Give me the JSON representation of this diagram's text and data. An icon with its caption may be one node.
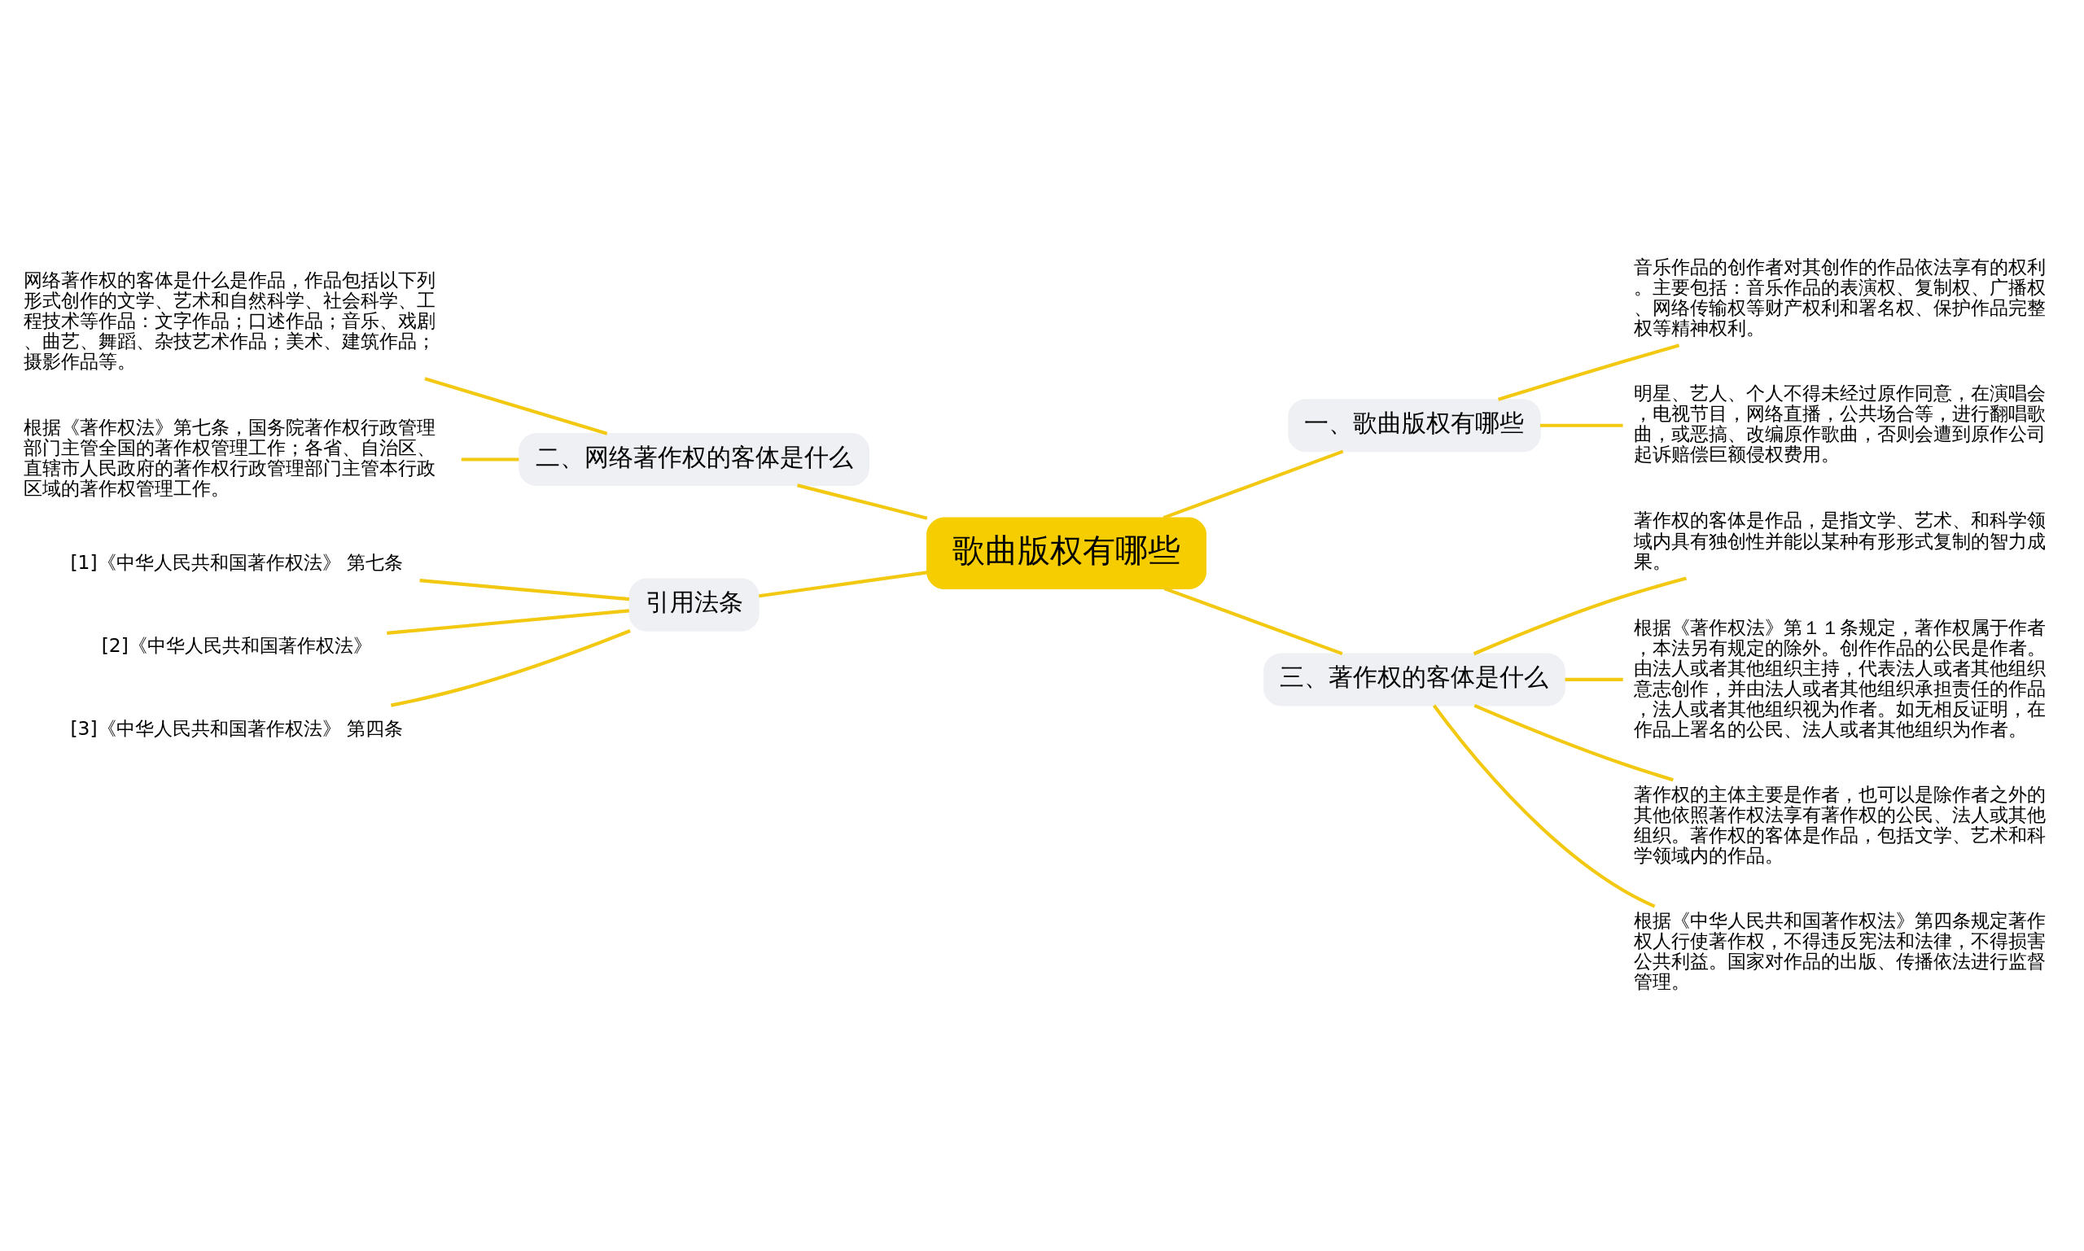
{
  "diagram": {
    "nodes": [
      {
        "text": [
          "歌曲版权有哪些"
        ]
      },
      {
        "text": [
          "一、歌曲版权有哪些"
        ]
      },
      {
        "text": [
          "音乐作品的创作者对其创作的作品依法享有的权利。主要包括：音乐作品的表演权、复制权、广播权、网络传输权等财产权利和署名权、保护作品完整权等精神权利。"
        ]
      },
      {
        "text": [
          "明星、艺人、个人不得未经过原作同意，在演唱会，电视节目，网络直播，公共场合等，进行翻唱歌曲，或恶搞、改编原作歌曲，否则会遭到原作公司起诉赔偿巨额侵权费用。"
        ]
      },
      {
        "text": [
          "二、网络著作权的客体是什么"
        ]
      },
      {
        "text": [
          "网络著作权的客体是什么是作品，作品包括以下列形式创作的文学、艺术和自然科学、社会科学、工程技术等作品：文字作品；口述作品；音乐、戏剧、曲艺、舞蹈、杂技艺术作品；美术、建筑作品；摄影作品等。"
        ]
      },
      {
        "text": [
          "根据《著作权法》第七条，国务院著作权行政管理部门主管全国的著作权管理工作；各省、自治区、直辖市人民政府的著作权行政管理部门主管本行政区域的著作权管理工作。"
        ]
      },
      {
        "text": [
          "引用法条"
        ]
      },
      {
        "text": [
          "[1]《中华人民共和国著作权法》 第七条"
        ]
      },
      {
        "text": [
          "[2]《中华人民共和国著作权法》"
        ]
      },
      {
        "text": [
          "[3]《中华人民共和国著作权法》 第四条"
        ]
      },
      {
        "text": [
          "三、著作权的客体是什么"
        ]
      },
      {
        "text": [
          "著作权的客体是作品，是指文学、艺术、和科学领域内具有独创性并能以某种有形形式复制的智力成果。"
        ]
      },
      {
        "text": [
          "根据《著作权法》第１１条规定，著作权属于作者，本法另有规定的除外。创作作品的公民是作者。由法人或者其他组织主持，代表法人或者其他组织意志创作，并由法人或者其他组织承担责任的作品，法人或者其他组织视为作者。如无相反证明，在作品上署名的公民、法人或者其他组织为作者。"
        ]
      },
      {
        "text": [
          "著作权的主体主要是作者，也可以是除作者之外的其他依照著作权法享有著作权的公民、法人或其他组织。著作权的客体是作品，包括文学、艺术和科学领域内的作品。"
        ]
      },
      {
        "text": [
          "根据《中华人民共和国著作权法》第四条规定著作权人行使著作权，不得违反宪法和法律，不得损害公共利益。国家对作品的出版、传播依法进行监督管理。"
        ]
      }
    ],
    "edges": [
      {
        "from": 0,
        "to": 1,
        "arrow": "none"
      },
      {
        "from": 1,
        "to": 2,
        "arrow": "none"
      },
      {
        "from": 1,
        "to": 3,
        "arrow": "none"
      },
      {
        "from": 0,
        "to": 4,
        "arrow": "none"
      },
      {
        "from": 4,
        "to": 5,
        "arrow": "none"
      },
      {
        "from": 4,
        "to": 6,
        "arrow": "none"
      },
      {
        "from": 0,
        "to": 7,
        "arrow": "none"
      },
      {
        "from": 7,
        "to": 8,
        "arrow": "none"
      },
      {
        "from": 7,
        "to": 9,
        "arrow": "none"
      },
      {
        "from": 7,
        "to": 10,
        "arrow": "none"
      },
      {
        "from": 0,
        "to": 11,
        "arrow": "none"
      },
      {
        "from": 11,
        "to": 12,
        "arrow": "none"
      },
      {
        "from": 11,
        "to": 13,
        "arrow": "none"
      },
      {
        "from": 11,
        "to": 14,
        "arrow": "none"
      },
      {
        "from": 11,
        "to": 15,
        "arrow": "none"
      }
    ]
  }
}
